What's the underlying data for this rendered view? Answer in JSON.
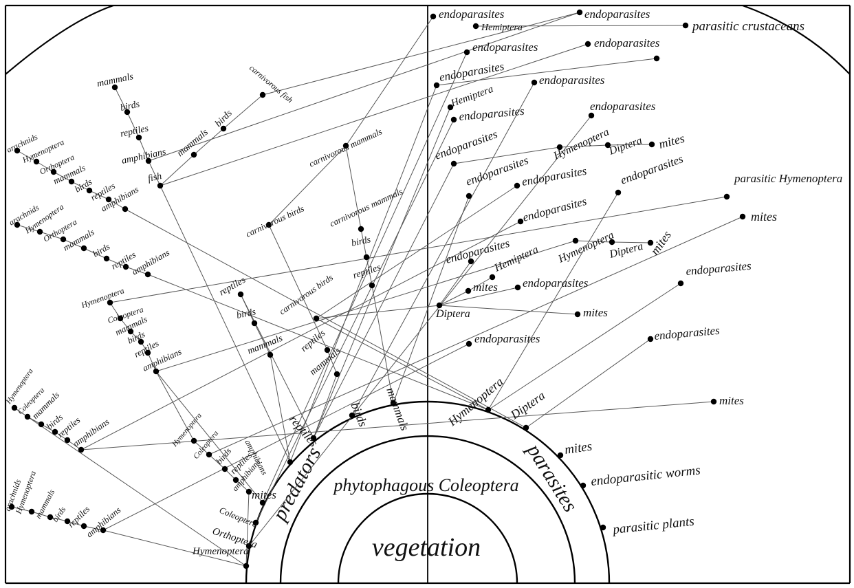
{
  "rings": [
    {
      "key": "vegetation",
      "label": "vegetation"
    },
    {
      "key": "phytophagous",
      "label": "phytophagous Coleoptera"
    },
    {
      "key": "predators",
      "label": "predators"
    },
    {
      "key": "parasites",
      "label": "parasites"
    }
  ],
  "nodes": [
    {
      "id": "pr_hym",
      "text": "Hymenoptera"
    },
    {
      "id": "pr_ort",
      "text": "Orthoptera"
    },
    {
      "id": "pr_col",
      "text": "Coleoptera"
    },
    {
      "id": "pr_mit",
      "text": "mites"
    },
    {
      "id": "pr_amp",
      "text": "amphibians"
    },
    {
      "id": "pr_rep",
      "text": "reptiles"
    },
    {
      "id": "pr_bir",
      "text": "birds"
    },
    {
      "id": "pr_mam",
      "text": "mammals"
    },
    {
      "id": "pa_hym",
      "text": "Hymenoptera"
    },
    {
      "id": "pa_dip",
      "text": "Diptera"
    },
    {
      "id": "pa_mit",
      "text": "mites"
    },
    {
      "id": "pa_worm",
      "text": "endoparasitic worms"
    },
    {
      "id": "pa_plant",
      "text": "parasitic plants"
    },
    {
      "id": "c1_ara",
      "text": "arachnids"
    },
    {
      "id": "c1_hym",
      "text": "Hymenoptera"
    },
    {
      "id": "c1_mam",
      "text": "mammals"
    },
    {
      "id": "c1_bir",
      "text": "birds"
    },
    {
      "id": "c1_rep",
      "text": "reptiles"
    },
    {
      "id": "c1_amp",
      "text": "amphibians"
    },
    {
      "id": "c2_hym",
      "text": "Hymenoptera"
    },
    {
      "id": "c2_col",
      "text": "Coleoptera"
    },
    {
      "id": "c2_mam",
      "text": "mammals"
    },
    {
      "id": "c2_bir",
      "text": "birds"
    },
    {
      "id": "c2_rep",
      "text": "reptiles"
    },
    {
      "id": "c2_amp",
      "text": "amphibians"
    },
    {
      "id": "c3_hym",
      "text": "Hymenoptera"
    },
    {
      "id": "c3_col",
      "text": "Coleoptera"
    },
    {
      "id": "c3_mam",
      "text": "mammals"
    },
    {
      "id": "c3_bir",
      "text": "birds"
    },
    {
      "id": "c3_rep",
      "text": "reptiles"
    },
    {
      "id": "c3_amp",
      "text": "amphibians"
    },
    {
      "id": "c4_ara",
      "text": "arachnids"
    },
    {
      "id": "c4_hym",
      "text": "Hymenoptera"
    },
    {
      "id": "c4_ort",
      "text": "Orthoptera"
    },
    {
      "id": "c4_mam",
      "text": "mammals"
    },
    {
      "id": "c4_bir",
      "text": "birds"
    },
    {
      "id": "c4_rep",
      "text": "reptiles"
    },
    {
      "id": "c4_amp",
      "text": "amphibians"
    },
    {
      "id": "c5_ara",
      "text": "arachnids"
    },
    {
      "id": "c5_hym",
      "text": "Hymenoptera"
    },
    {
      "id": "c5_ort",
      "text": "Orthoptera"
    },
    {
      "id": "c5_mam",
      "text": "mammals"
    },
    {
      "id": "c5_bir",
      "text": "birds"
    },
    {
      "id": "c5_rep",
      "text": "reptiles"
    },
    {
      "id": "c5_amp",
      "text": "amphibians"
    },
    {
      "id": "c6_mam",
      "text": "mammals"
    },
    {
      "id": "c6_bir",
      "text": "birds"
    },
    {
      "id": "c6_rep",
      "text": "reptiles"
    },
    {
      "id": "c6_amp",
      "text": "amphibians"
    },
    {
      "id": "c6_fish",
      "text": "fish"
    },
    {
      "id": "c6_mam2",
      "text": "mammals"
    },
    {
      "id": "c6_bir2",
      "text": "birds"
    },
    {
      "id": "c6_cfish",
      "text": "carnivorous fish"
    },
    {
      "id": "c7_hym",
      "text": "Hymenoptera"
    },
    {
      "id": "c7_col",
      "text": "Coleoptera"
    },
    {
      "id": "c7_bir",
      "text": "birds"
    },
    {
      "id": "c7_rep",
      "text": "reptiles"
    },
    {
      "id": "c7_amp",
      "text": "amphibians"
    },
    {
      "id": "m_rep",
      "text": "reptiles"
    },
    {
      "id": "m_bir",
      "text": "birds"
    },
    {
      "id": "m_mam",
      "text": "mammals"
    },
    {
      "id": "m_cbir",
      "text": "carnivorous birds"
    },
    {
      "id": "m_cbir_rep",
      "text": "reptiles"
    },
    {
      "id": "m_cbir_mam",
      "text": "mammals"
    },
    {
      "id": "m_cbird2",
      "text": "carnivorous birds"
    },
    {
      "id": "m_cmam",
      "text": "carnivorous mammals"
    },
    {
      "id": "m_cmam2",
      "text": "carnivorous mammals"
    },
    {
      "id": "m_cmam2_bir",
      "text": "birds"
    },
    {
      "id": "m_cmam2_rep",
      "text": "reptiles"
    },
    {
      "id": "r_endo1",
      "text": "endoparasites"
    },
    {
      "id": "r_hem1",
      "text": "Hemiptera"
    },
    {
      "id": "r_endo2",
      "text": "endoparasites"
    },
    {
      "id": "r_parcrus",
      "text": "parasitic crustaceans"
    },
    {
      "id": "r_endo3",
      "text": "endoparasites"
    },
    {
      "id": "r_endo4",
      "text": "endoparasites"
    },
    {
      "id": "r_endo5",
      "text": "endoparasites"
    },
    {
      "id": "r_endo6",
      "text": "endoparasites"
    },
    {
      "id": "r_hem2",
      "text": "Hemiptera"
    },
    {
      "id": "r_endo7",
      "text": "endoparasites"
    },
    {
      "id": "r_endo8",
      "text": "endoparasites"
    },
    {
      "id": "r_endo9",
      "text": "endoparasites"
    },
    {
      "id": "r_hym1",
      "text": "Hymenoptera"
    },
    {
      "id": "r_dip1",
      "text": "Diptera"
    },
    {
      "id": "r_mit1",
      "text": "mites"
    },
    {
      "id": "r_endo10",
      "text": "endoparasites"
    },
    {
      "id": "r_endo11",
      "text": "endoparasites"
    },
    {
      "id": "r_endo12",
      "text": "endoparasites"
    },
    {
      "id": "r_endo13",
      "text": "endoparasites"
    },
    {
      "id": "r_parhym",
      "text": "parasitic Hymenoptera"
    },
    {
      "id": "r_mit2",
      "text": "mites"
    },
    {
      "id": "r_endo14",
      "text": "endoparasites"
    },
    {
      "id": "r_endo15",
      "text": "endoparasites"
    },
    {
      "id": "r_hym2",
      "text": "Hymenoptera"
    },
    {
      "id": "r_dip2",
      "text": "Diptera"
    },
    {
      "id": "r_mit3",
      "text": "mites"
    },
    {
      "id": "r_mit4",
      "text": "mites"
    },
    {
      "id": "r_hem3",
      "text": "Hemiptera"
    },
    {
      "id": "r_dip3",
      "text": "Diptera"
    },
    {
      "id": "r_endo16",
      "text": "endoparasites"
    },
    {
      "id": "r_mit5",
      "text": "mites"
    },
    {
      "id": "r_endo17",
      "text": "endoparasites"
    },
    {
      "id": "r_endo18",
      "text": "endoparasites"
    },
    {
      "id": "r_endo19",
      "text": "endoparasites"
    },
    {
      "id": "r_mit6",
      "text": "mites"
    }
  ]
}
